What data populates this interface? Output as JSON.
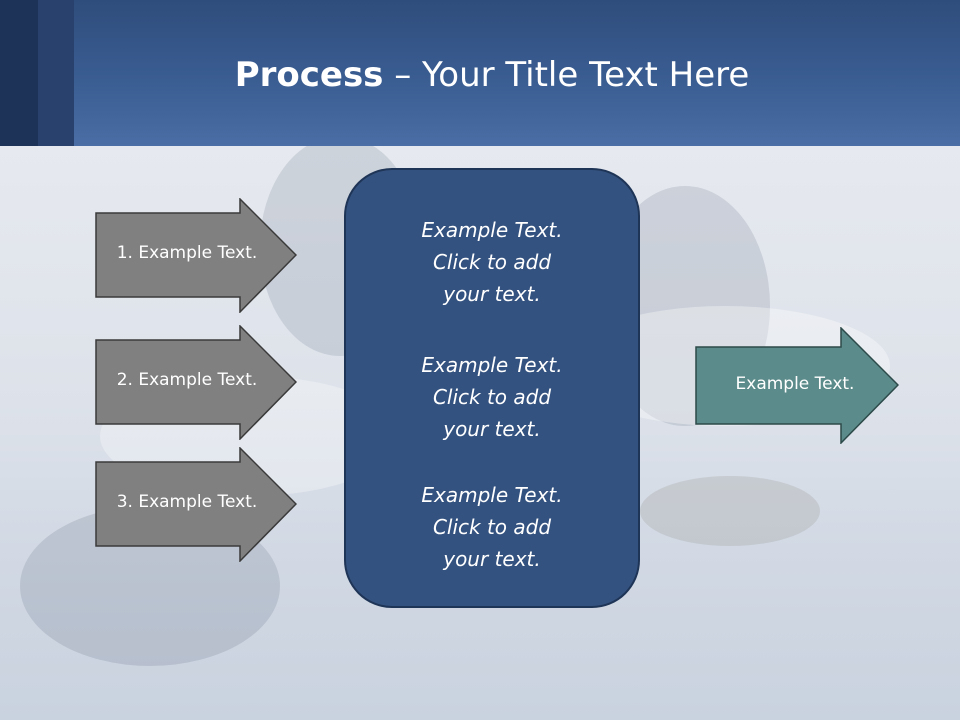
{
  "header": {
    "title_bold": "Process",
    "title_rest": " – Your Title Text Here"
  },
  "left_steps": [
    {
      "label": "1. Example Text."
    },
    {
      "label": "2. Example Text."
    },
    {
      "label": "3. Example Text."
    }
  ],
  "center": {
    "blocks": [
      {
        "line1": "Example Text.",
        "line2": "Click  to add",
        "line3": "your text."
      },
      {
        "line1": "Example Text.",
        "line2": "Click  to add",
        "line3": "your text."
      },
      {
        "line1": "Example Text.",
        "line2": "Click  to add",
        "line3": "your text."
      }
    ]
  },
  "result": {
    "label": "Example Text."
  },
  "colors": {
    "header": "#3a5d92",
    "left_arrow_fill": "#808080",
    "center_box_fill": "#34527f",
    "right_arrow_fill": "#5b8b8a"
  }
}
